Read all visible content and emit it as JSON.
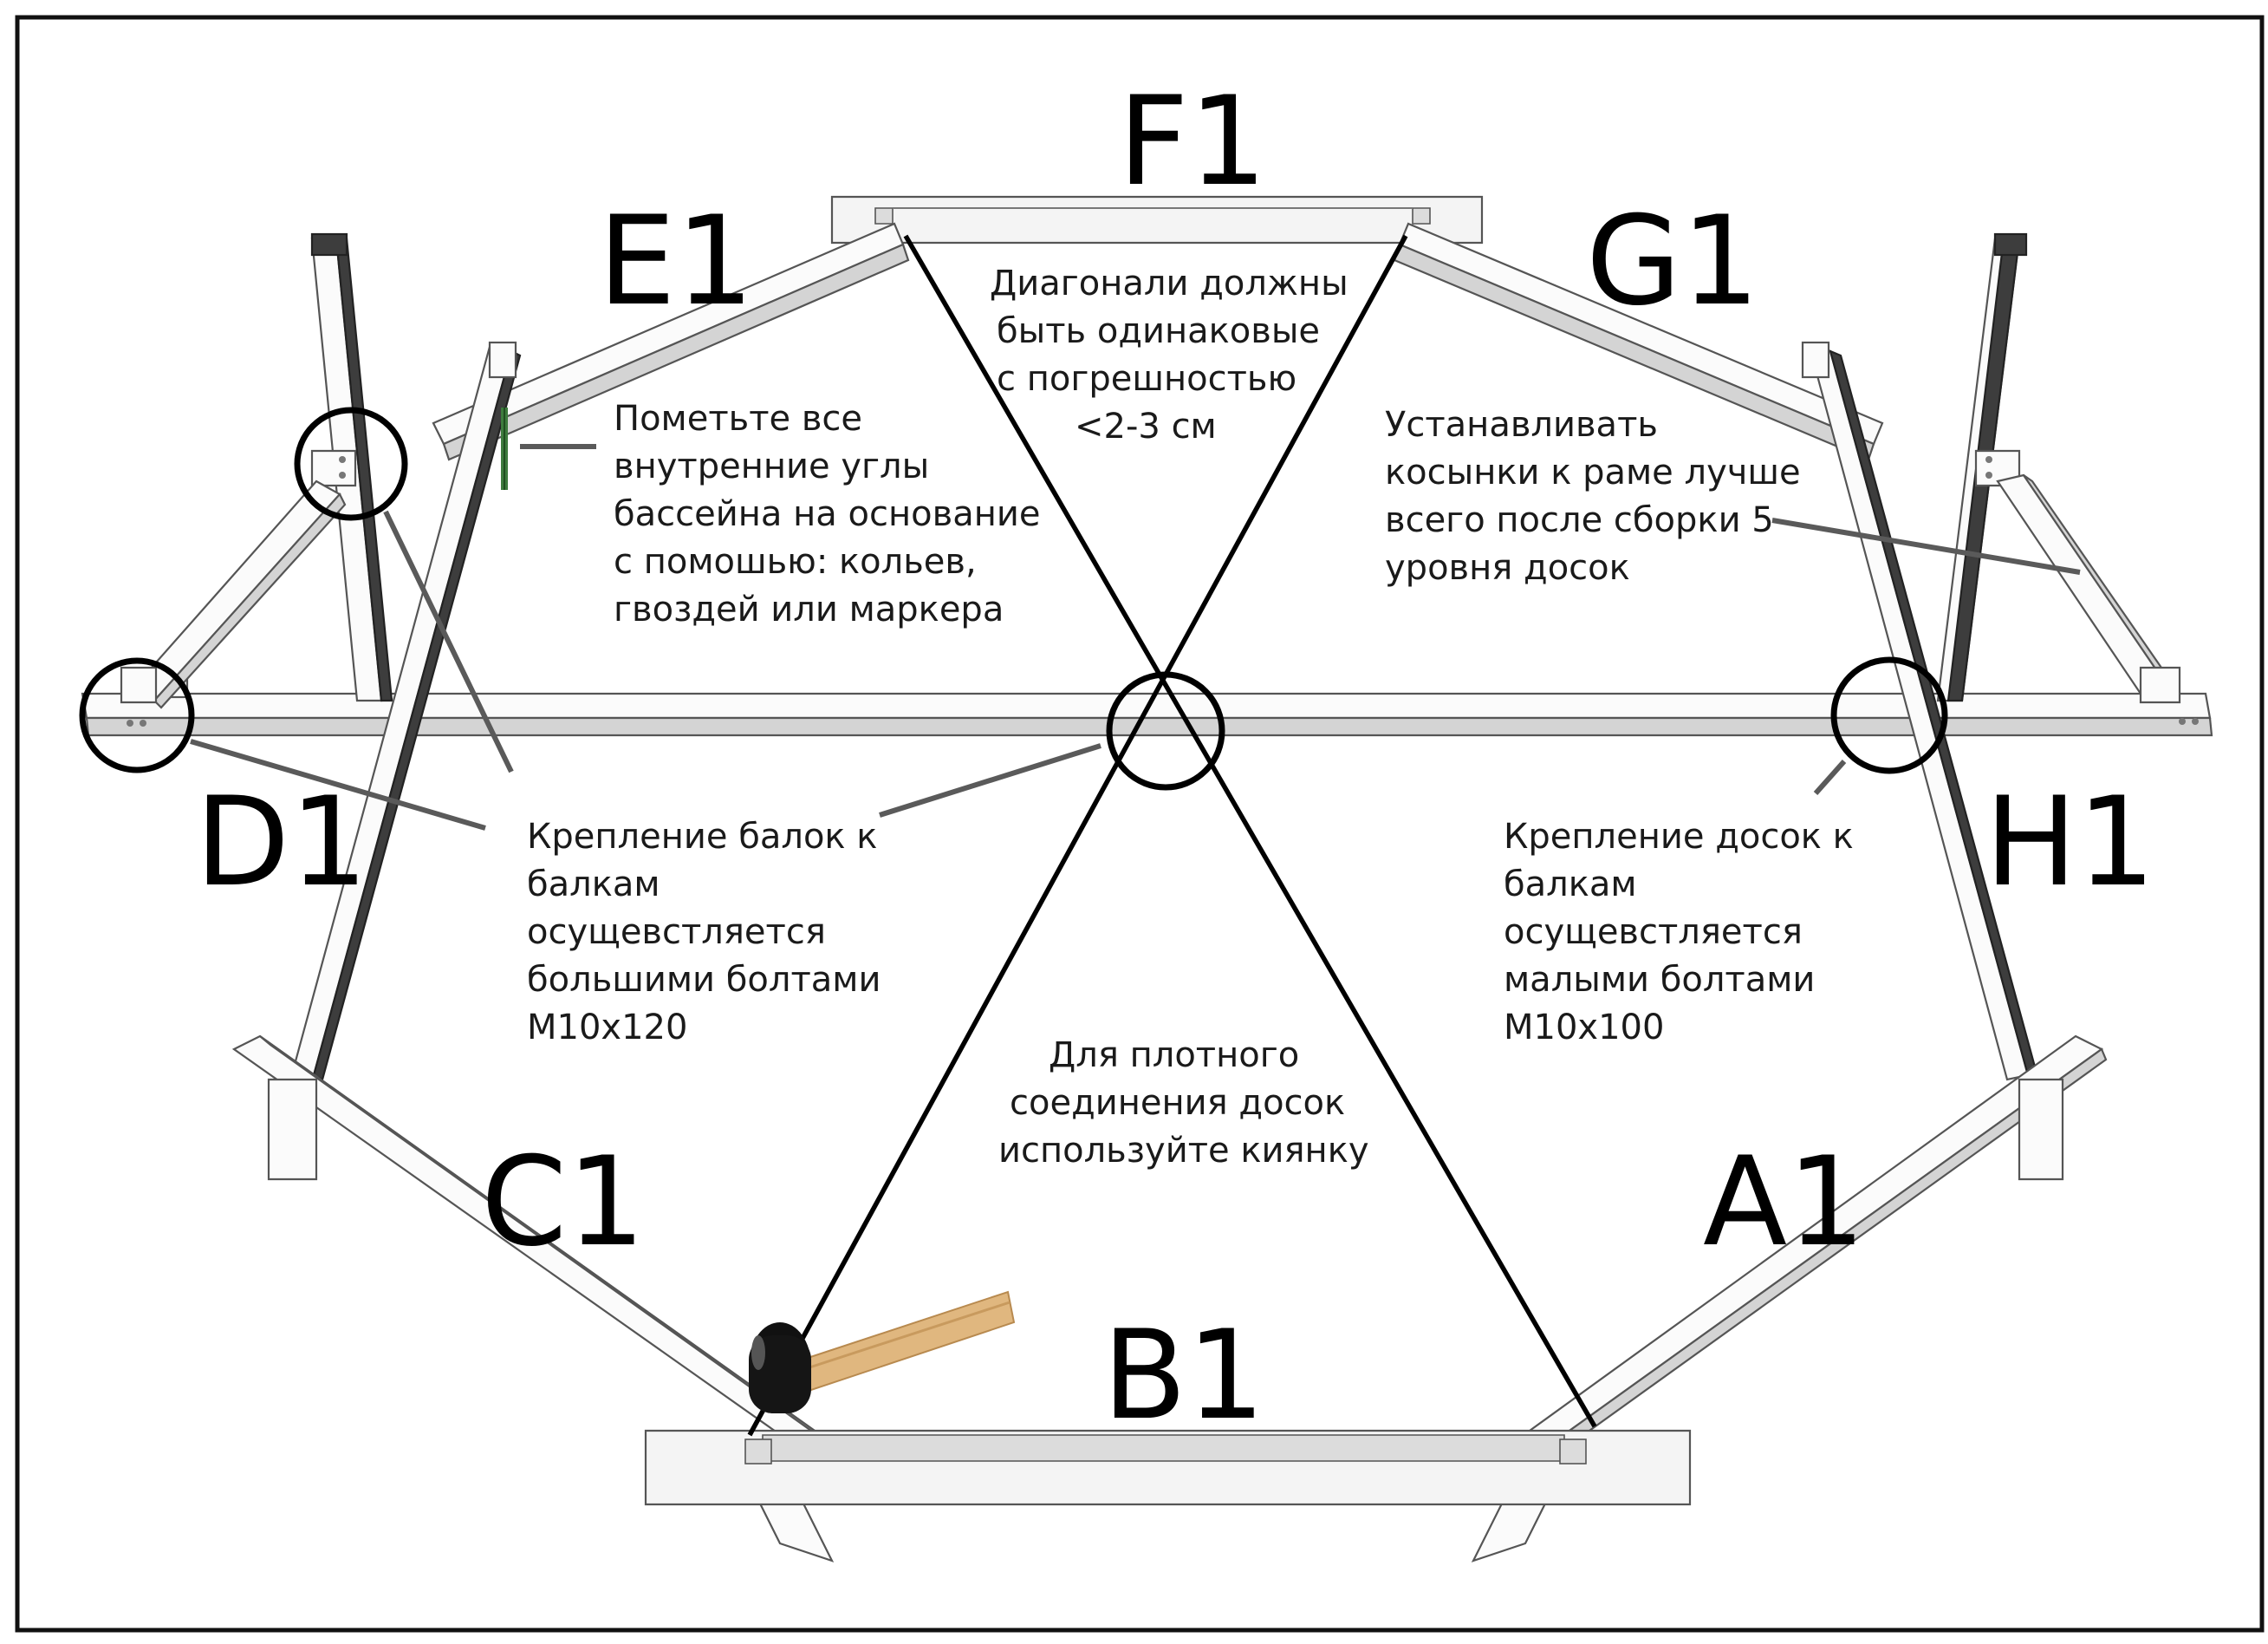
{
  "labels": {
    "a1": "A1",
    "b1": "B1",
    "c1": "C1",
    "d1": "D1",
    "e1": "E1",
    "f1": "F1",
    "g1": "G1",
    "h1": "H1"
  },
  "notes": {
    "diagonals": [
      "Диагонали должны",
      "быть одинаковые",
      "с погрешностью",
      "<2-3 см"
    ],
    "mark_corners": [
      "Пометьте все",
      "внутренние углы",
      "бассейна на основание",
      "с помошью: кольев,",
      "гвоздей или маркера"
    ],
    "gussets": [
      "Устанавливать",
      "косынки к раме лучше",
      "всего после сборки 5",
      "уровня досок"
    ],
    "beam_to_beam": [
      "Крепление балок к",
      "балкам",
      "осущевстляется",
      "большими болтами",
      "M10x120"
    ],
    "board_to_beam": [
      "Крепление досок к",
      "балкам",
      "осущевстляется",
      "малыми болтами",
      "M10x100"
    ],
    "mallet": [
      "Для плотного",
      "соединения досок",
      "используйте киянку"
    ]
  },
  "colors": {
    "outline": "#111111",
    "beam_dark": "#3d3d3d",
    "beam_light": "#fbfbfb",
    "pointer": "#5a5a5a",
    "mallet_head": "#111111",
    "mallet_handle": "#e0b77f"
  },
  "icons": {
    "mallet": "mallet-icon",
    "marker": "marker-icon"
  }
}
